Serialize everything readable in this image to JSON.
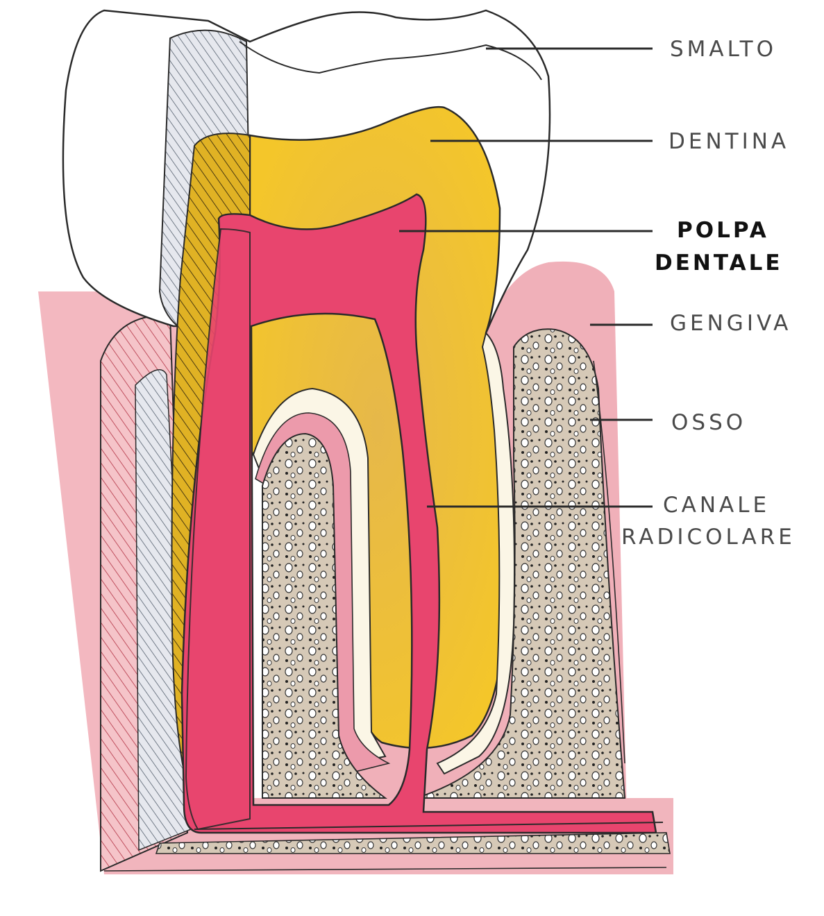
{
  "labels": {
    "smalto": "SMALTO",
    "dentina": "DENTINA",
    "polpa_line1": "POLPA",
    "polpa_line2": "DENTALE",
    "gengiva": "GENGIVA",
    "osso": "OSSO",
    "canale_line1": "CANALE",
    "canale_line2": "RADICOLARE"
  },
  "colors": {
    "enamel": "#ffffff",
    "dentin": "#f2c12e",
    "pulp": "#e8456e",
    "gum": "#f0b3bb",
    "bone": "#d6c9b7",
    "outline": "#2a2a2a"
  }
}
